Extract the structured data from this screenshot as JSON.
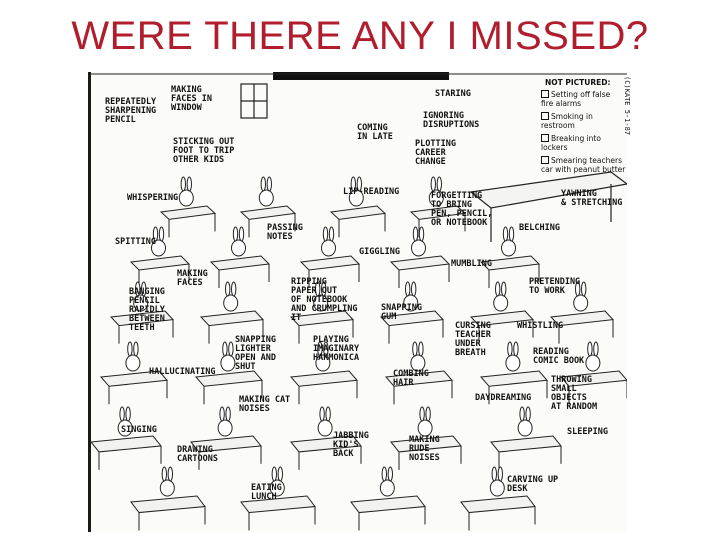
{
  "slide": {
    "title": "WERE THERE ANY I MISSED?"
  },
  "cartoon": {
    "side_text": "(C)KATE 5-1-87",
    "not_pictured": {
      "heading": "NOT PICTURED:",
      "items": [
        "Setting off false\nfire alarms",
        "Smoking in\nrestroom",
        "Breaking into\nlockers",
        "Smearing teachers\ncar with peanut butter"
      ]
    },
    "labels": {
      "repeatedly_sharpening": "REPEATEDLY\nSHARPENING\nPENCIL",
      "making_faces_window": "MAKING\nFACES IN\nWINDOW",
      "sticking_out_foot": "STICKING OUT\nFOOT TO TRIP\nOTHER KIDS",
      "coming_in_late": "COMING\nIN LATE",
      "staring": "STARING",
      "ignoring": "IGNORING\nDISRUPTIONS",
      "plotting": "PLOTTING\nCAREER\nCHANGE",
      "whispering": "WHISPERING",
      "lip_reading": "LIP-READING",
      "forgetting": "FORGETTING\nTO BRING\nPEN, PENCIL,\nOR NOTEBOOK",
      "yawning": "YAWNING\n& STRETCHING",
      "belching": "BELCHING",
      "spitting": "SPITTING",
      "passing_notes": "PASSING\nNOTES",
      "giggling": "GIGGLING",
      "mumbling": "MUMBLING",
      "pretending": "PRETENDING\nTO WORK",
      "making_faces": "MAKING\nFACES",
      "banging_pencil": "BANGING\nPENCIL\nRAPIDLY\nBETWEEN\nTEETH",
      "ripping_paper": "RIPPING\nPAPER OUT\nOF NOTEBOOK\nAND CRUMPLING\nIT",
      "snapping_gum": "SNAPPING\nGUM",
      "cursing_teacher": "CURSING\nTEACHER\nUNDER\nBREATH",
      "whistling": "WHISTLING",
      "snapping_lighter": "SNAPPING\nLIGHTER\nOPEN AND\nSHUT",
      "playing_harmonica": "PLAYING\nIMAGINARY\nHARMONICA",
      "reading_comic": "READING\nCOMIC BOOK",
      "hallucinating": "HALLUCINATING",
      "combing_hair": "COMBING\nHAIR",
      "throwing_objects": "THROWING\nSMALL\nOBJECTS\nAT RANDOM",
      "making_cat_noises": "MAKING CAT\nNOISES",
      "daydreaming": "DAYDREAMING",
      "singing": "SINGING",
      "jabbing": "JABBING\nKID'S\nBACK",
      "rude_noises": "MAKING\nRUDE\nNOISES",
      "sleeping": "SLEEPING",
      "drawing_cartoons": "DRAWING\nCARTOONS",
      "eating_lunch": "EATING\nLUNCH",
      "carving_desk": "CARVING UP\nDESK"
    }
  }
}
